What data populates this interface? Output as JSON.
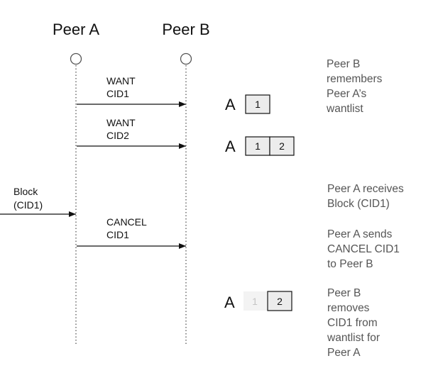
{
  "peers": {
    "a": {
      "label": "Peer A"
    },
    "b": {
      "label": "Peer B"
    }
  },
  "messages": {
    "want1": {
      "line1": "WANT",
      "line2": "CID1"
    },
    "want2": {
      "line1": "WANT",
      "line2": "CID2"
    },
    "block": {
      "line1": "Block",
      "line2": "(CID1)"
    },
    "cancel": {
      "line1": "CANCEL",
      "line2": "CID1"
    }
  },
  "wantlists": {
    "owner_label": "A",
    "state1": {
      "cells": [
        "1"
      ]
    },
    "state2": {
      "cells": [
        "1",
        "2"
      ]
    },
    "state3": {
      "removed_cell": "1",
      "cells": [
        "2"
      ]
    }
  },
  "notes": {
    "remember": [
      "Peer B",
      "remembers",
      "Peer A’s",
      "wantlist"
    ],
    "receive": [
      "Peer A receives",
      "Block (CID1)"
    ],
    "send": [
      "Peer A sends",
      "CANCEL CID1",
      "to Peer B"
    ],
    "remove": [
      "Peer B",
      "removes",
      "CID1 from",
      "wantlist for",
      "Peer A"
    ]
  },
  "colors": {
    "line": "#111111",
    "lifeline": "#555555",
    "note_text": "#555555",
    "cell_fill": "#ececec",
    "cell_fill_removed": "#f3f3f3",
    "cell_text_removed": "#c4c4c4"
  }
}
